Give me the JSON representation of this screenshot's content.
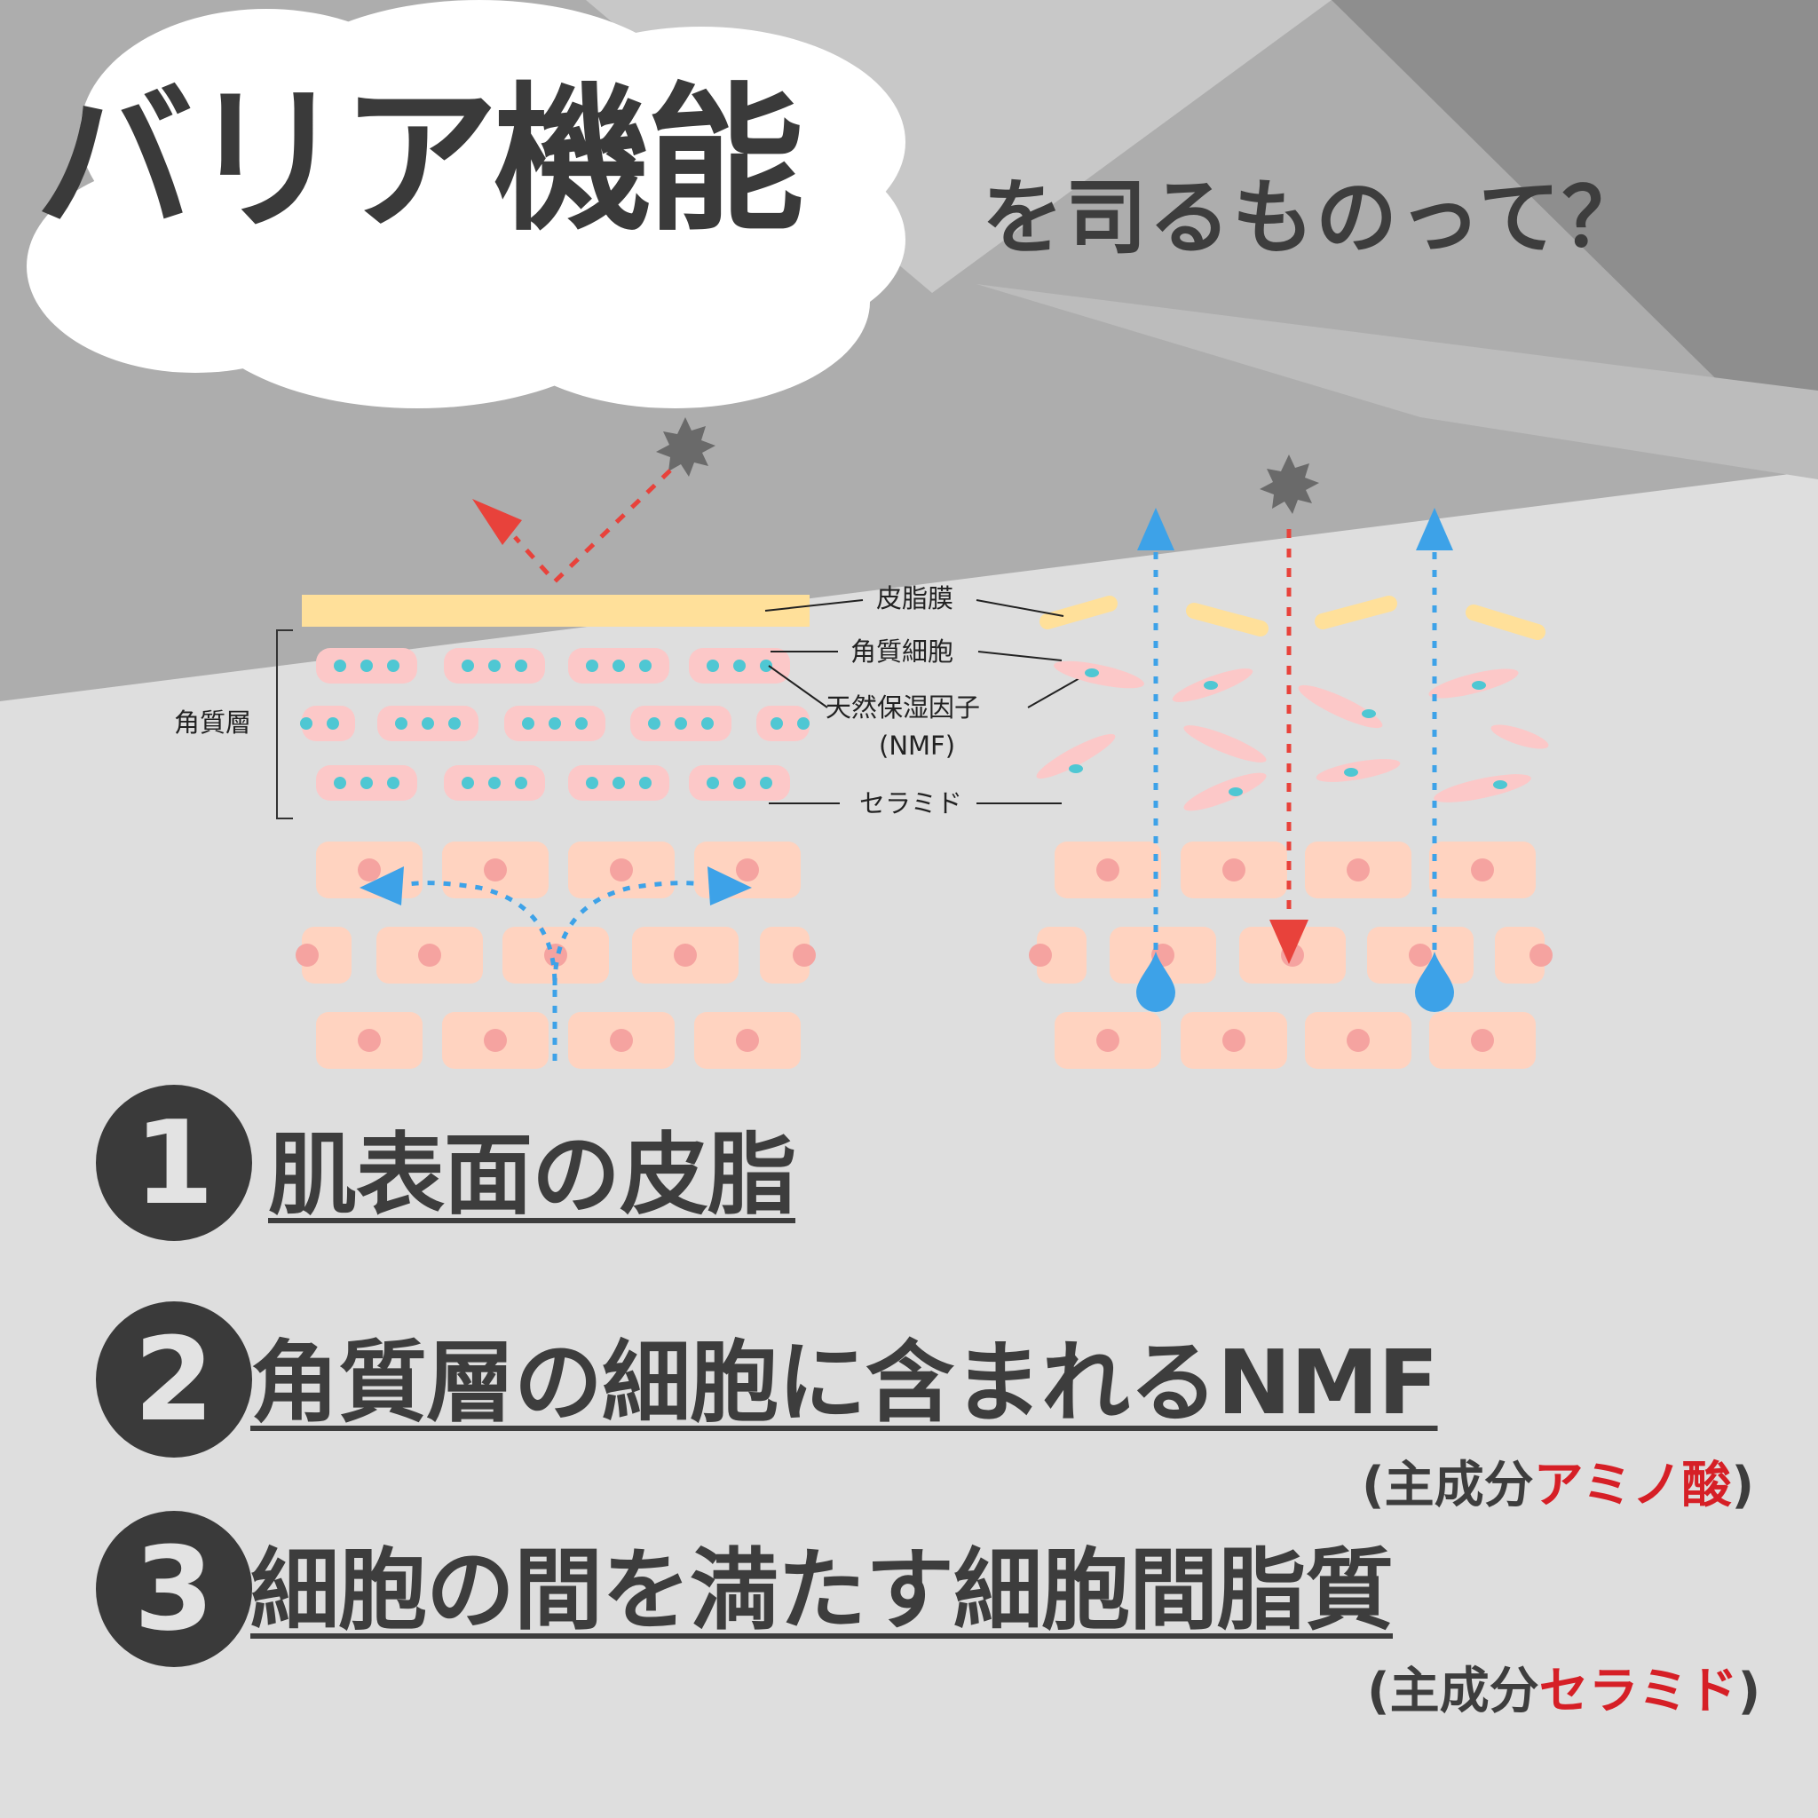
{
  "title": {
    "main": "バリア機能",
    "sub": "を司るものって？"
  },
  "labels": {
    "sebum_film": "皮脂膜",
    "corneocyte": "角質細胞",
    "nmf": "天然保湿因子",
    "nmf_abbr": "(NMF)",
    "ceramide": "セラミド",
    "stratum_corneum": "角質層"
  },
  "items": [
    {
      "number": "1",
      "text": "肌表面の皮脂"
    },
    {
      "number": "2",
      "text": "角質層の細胞に含まれるNMF",
      "note_prefix": "(主成分",
      "note_highlight": "アミノ酸",
      "note_suffix": ")"
    },
    {
      "number": "3",
      "text": "細胞の間を満たす細胞間脂質",
      "note_prefix": "(主成分",
      "note_highlight": "セラミド",
      "note_suffix": ")"
    }
  ],
  "colors": {
    "bg_dark": "#a9a9a9",
    "bg_light": "#dedede",
    "sebum": "#ffe09a",
    "cell": "#ffd3c0",
    "nucleus": "#f5a3a0",
    "corneocyte": "#fcc8c8",
    "nmf_dot": "#4fc7d3",
    "arrow_red": "#e8423b",
    "arrow_blue": "#3da2e8",
    "highlight": "#d61f26"
  },
  "icons": [
    "irritant-star-icon",
    "water-drop-icon"
  ]
}
